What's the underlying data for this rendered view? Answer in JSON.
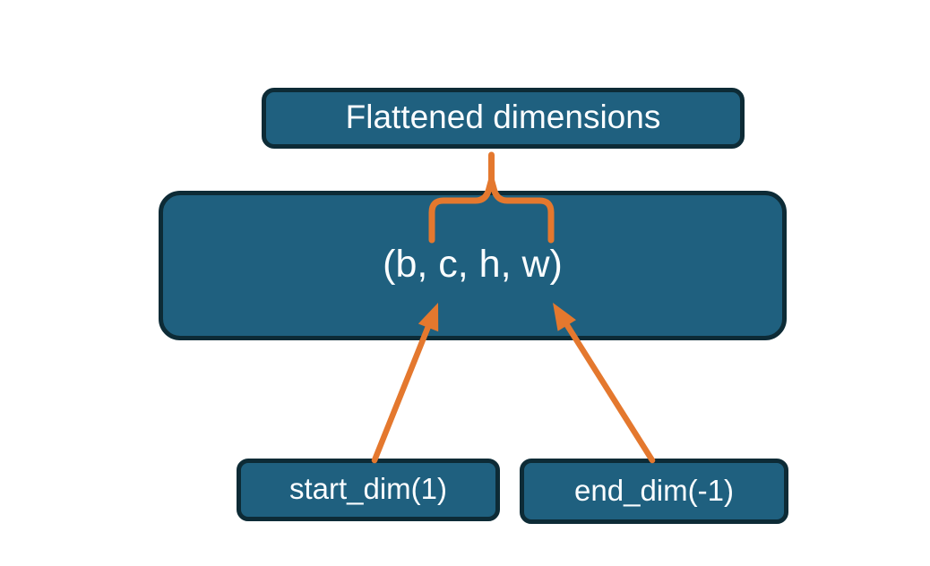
{
  "diagram": {
    "nodes": {
      "flattened": {
        "label": "Flattened dimensions"
      },
      "tensor": {
        "label": "(b, c, h, w)"
      },
      "start_dim": {
        "label": "start_dim(1)"
      },
      "end_dim": {
        "label": "end_dim(-1)"
      }
    },
    "colors": {
      "node_fill": "#1F607F",
      "node_border": "#0D2B36",
      "accent_orange": "#E4782E",
      "text": "#FAFDFF",
      "background": "#FFFFFF"
    }
  }
}
